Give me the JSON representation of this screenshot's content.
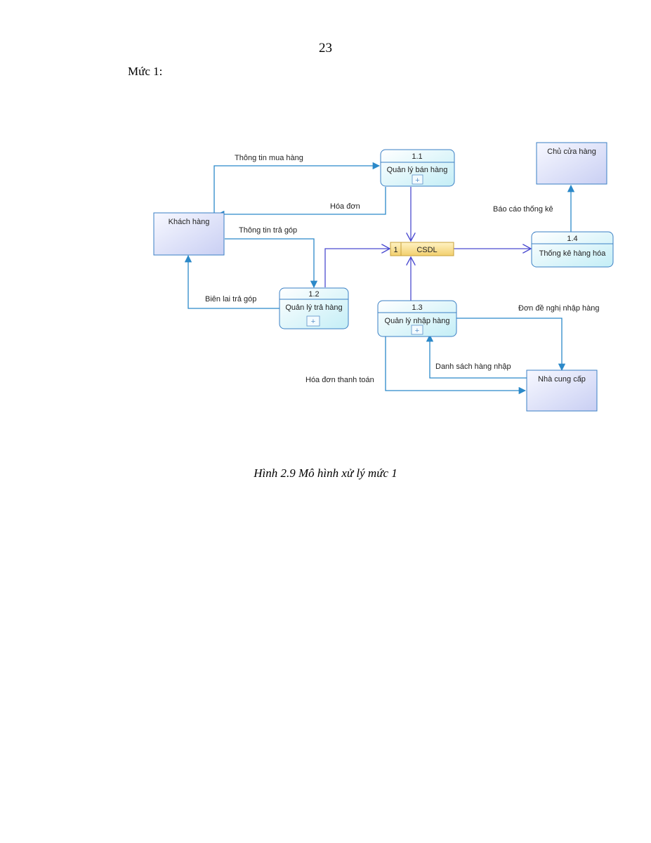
{
  "page": {
    "number": "23",
    "section_label": "Mức 1:",
    "caption": "Hình 2.9 Mô hình xử lý mức 1"
  },
  "diagram": {
    "entities": {
      "khach_hang": "Khách hàng",
      "chu_cua_hang": "Chủ cửa hàng",
      "nha_cung_cap": "Nhà cung cấp"
    },
    "processes": {
      "p11": {
        "id": "1.1",
        "name": "Quản lý bán hàng"
      },
      "p12": {
        "id": "1.2",
        "name": "Quản lý trả hàng"
      },
      "p13": {
        "id": "1.3",
        "name": "Quản lý nhập hàng"
      },
      "p14": {
        "id": "1.4",
        "name": "Thống kê hàng hóa"
      }
    },
    "store": {
      "id": "1",
      "name": "CSDL"
    },
    "flows": {
      "thong_tin_mua_hang": "Thông tin mua hàng",
      "hoa_don": "Hóa đơn",
      "thong_tin_tra_gop": "Thông tin trả góp",
      "bien_lai_tra_gop": "Biên lai trả góp",
      "bao_cao_thong_ke": "Báo cáo thống kê",
      "don_de_nghi_nhap_hang": "Đơn đề nghị nhập hàng",
      "danh_sach_hang_nhap": "Danh sách hàng nhập",
      "hoa_don_thanh_toan": "Hóa đơn thanh toán"
    },
    "plus_symbol": "+"
  }
}
